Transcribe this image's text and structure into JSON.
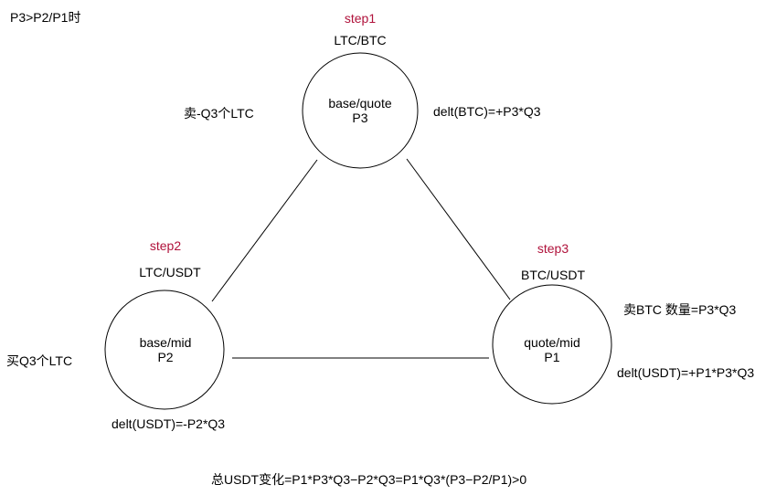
{
  "condition": "P3>P2/P1时",
  "colors": {
    "step": "#b0123b",
    "line": "#000000"
  },
  "nodes": {
    "top": {
      "step": "step1",
      "pair": "LTC/BTC",
      "role": "base/quote",
      "price": "P3",
      "left_note": "卖-Q3个LTC",
      "right_note": "delt(BTC)=+P3*Q3"
    },
    "left": {
      "step": "step2",
      "pair": "LTC/USDT",
      "role": "base/mid",
      "price": "P2",
      "side_note": "买Q3个LTC",
      "bottom_note": "delt(USDT)=-P2*Q3"
    },
    "right": {
      "step": "step3",
      "pair": "BTC/USDT",
      "role": "quote/mid",
      "price": "P1",
      "note_1": "卖BTC 数量=P3*Q3",
      "note_2": "delt(USDT)=+P1*P3*Q3"
    }
  },
  "summary": "总USDT变化=P1*P3*Q3−P2*Q3=P1*Q3*(P3−P2/P1)>0"
}
